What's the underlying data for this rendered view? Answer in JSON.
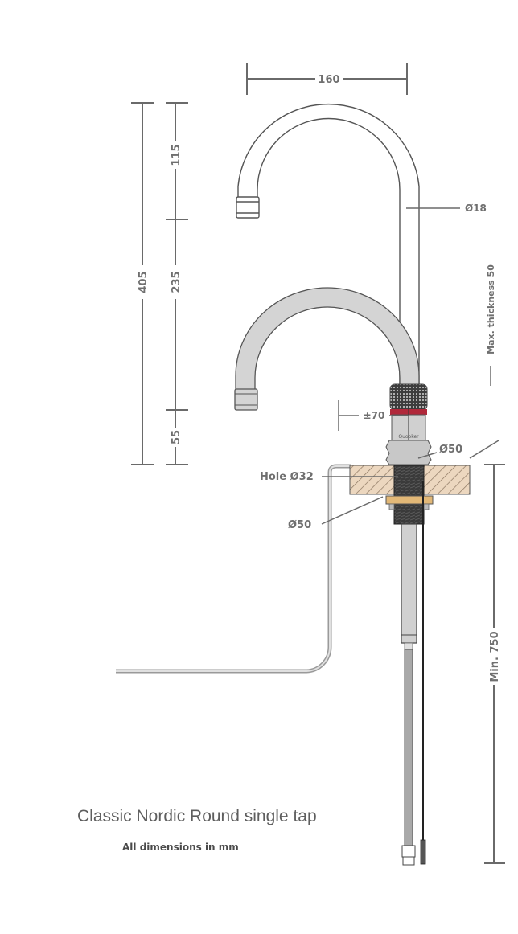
{
  "title": "Classic Nordic Round single tap",
  "subtitle": "All dimensions in mm",
  "dimensions": {
    "spout_reach": "160",
    "total_height": "405",
    "spout_top_segment": "115",
    "spout_mid_segment": "235",
    "base_segment": "55",
    "pipe_diameter": "Ø18",
    "max_thickness": "Max. thickness 50",
    "rotation": "±70",
    "base_diameter_top": "Ø50",
    "hole": "Hole Ø32",
    "base_diameter_bottom": "Ø50",
    "min_depth": "Min. 750"
  },
  "brand_mark": "Quooker",
  "colors": {
    "line": "#6a6a6a",
    "tap_fill": "#d4d4d4",
    "worktop_fill": "#ecd7bf",
    "washer": "#e2b877",
    "accent_red": "#b0283a",
    "thread": "#3a3a3a"
  }
}
